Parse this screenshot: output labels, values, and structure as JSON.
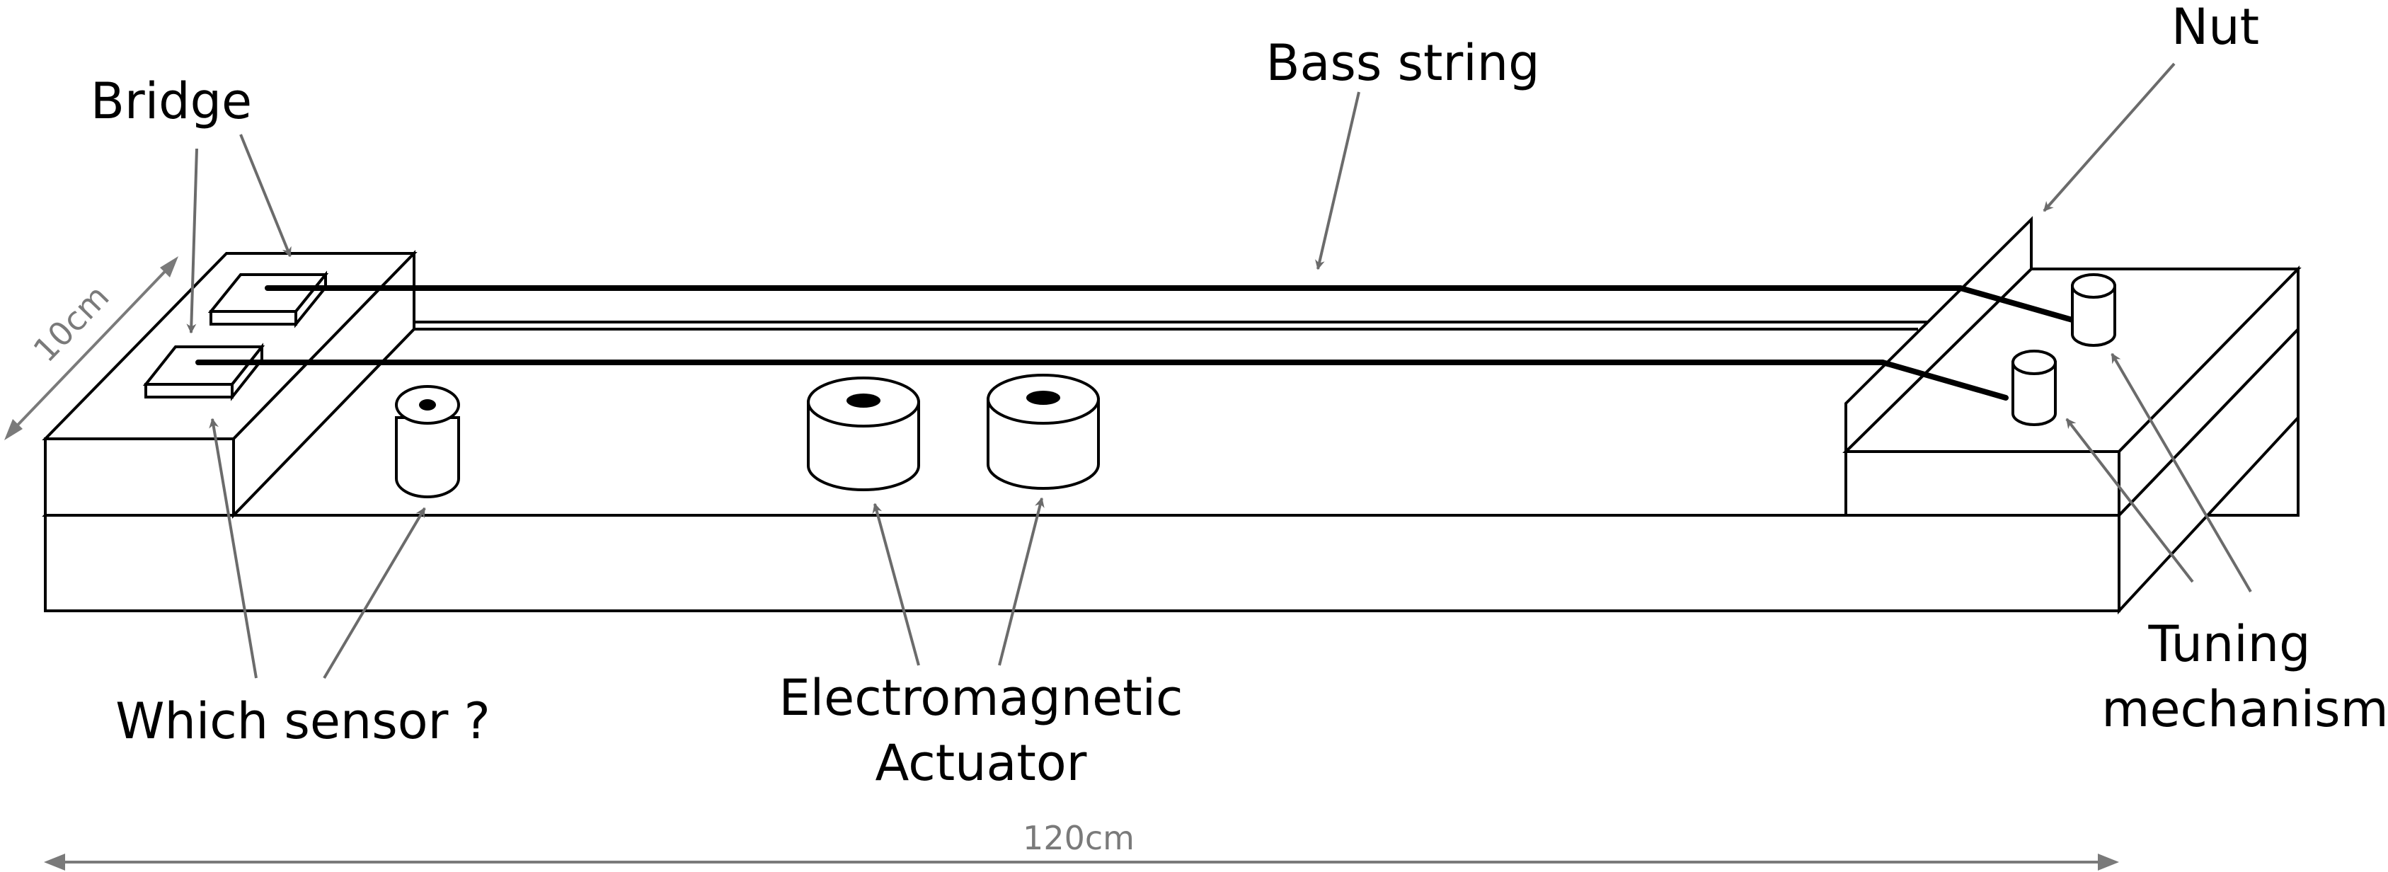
{
  "labels": {
    "bass_string": "Bass string",
    "nut": "Nut",
    "bridge": "Bridge",
    "sensor": "Which sensor ?",
    "actuator_line1": "Electromagnetic",
    "actuator_line2": "Actuator",
    "tuning_line1": "Tuning",
    "tuning_line2": "mechanism"
  },
  "dimensions": {
    "width": "10cm",
    "length": "120cm"
  },
  "colors": {
    "line": "#000000",
    "leader": "#6b6b6b",
    "dimension": "#7a7a7a"
  }
}
